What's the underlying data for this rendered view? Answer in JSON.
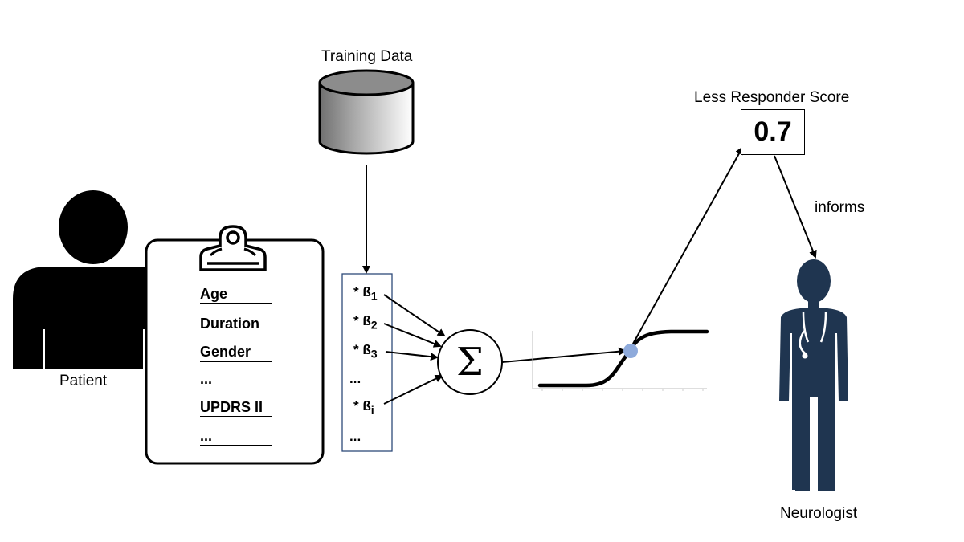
{
  "training_data": {
    "label": "Training Data"
  },
  "patient": {
    "label": "Patient"
  },
  "clipboard": {
    "fields": [
      "Age",
      "Duration",
      "Gender",
      "...",
      "UPDRS II",
      "..."
    ]
  },
  "coefficients": [
    {
      "prefix": "* ß",
      "sub": "1"
    },
    {
      "prefix": "* ß",
      "sub": "2"
    },
    {
      "prefix": "* ß",
      "sub": "3"
    },
    {
      "prefix": "...",
      "sub": ""
    },
    {
      "prefix": "* ß",
      "sub": "i"
    },
    {
      "prefix": "...",
      "sub": ""
    }
  ],
  "sum_symbol": "Σ",
  "score": {
    "title": "Less Responder Score",
    "value": "0.7"
  },
  "informs_label": "informs",
  "neurologist": {
    "label": "Neurologist"
  },
  "colors": {
    "point": "#8eaadb",
    "coef_border": "#2e4a7a",
    "doctor": "#1f3550"
  }
}
